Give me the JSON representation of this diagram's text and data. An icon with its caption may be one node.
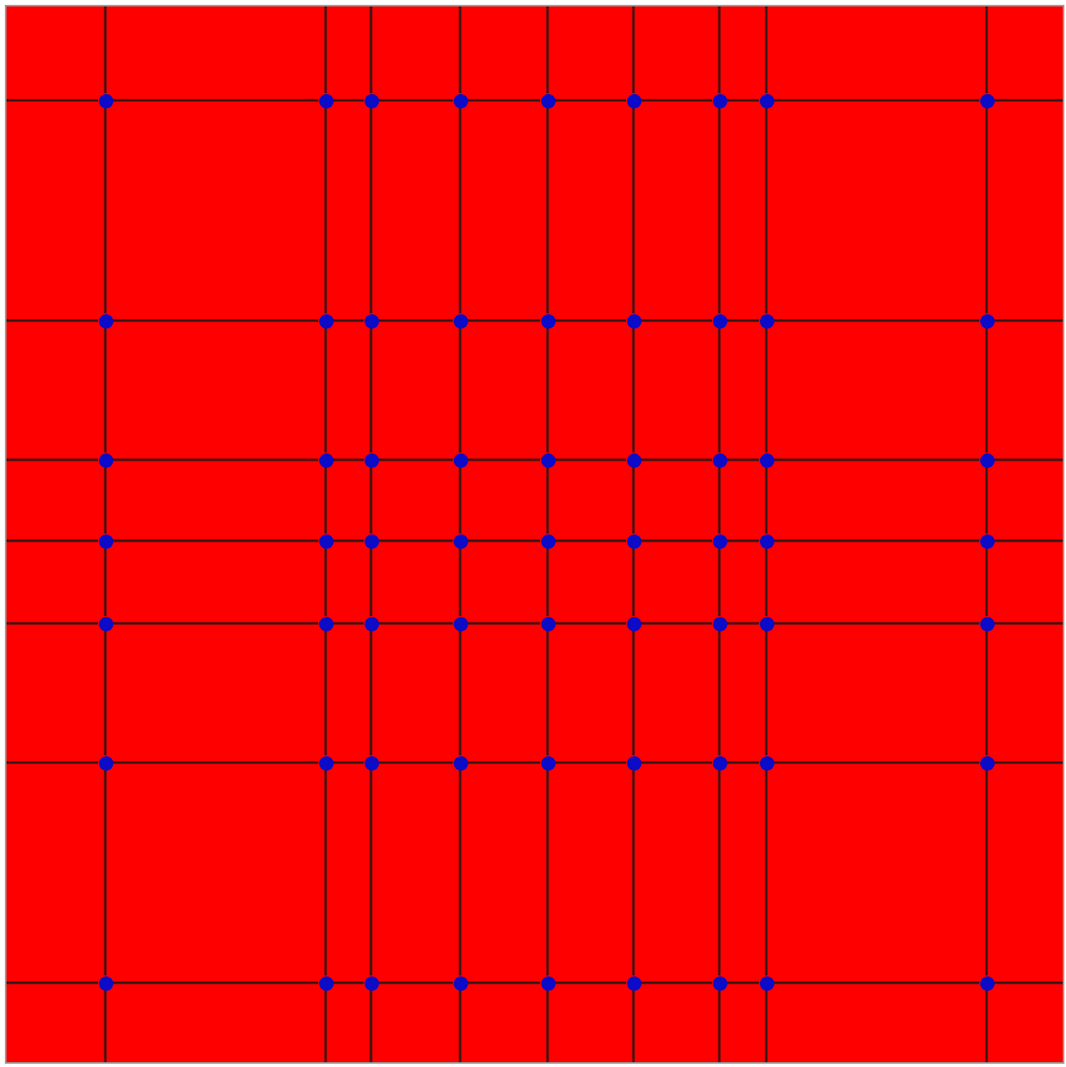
{
  "diagram": {
    "nodes": [
      {
        "text": [],
        "shape": "circle"
      },
      {
        "text": [],
        "shape": "circle"
      },
      {
        "text": [],
        "shape": "circle"
      },
      {
        "text": [],
        "shape": "circle"
      },
      {
        "text": [],
        "shape": "circle"
      },
      {
        "text": [],
        "shape": "circle"
      },
      {
        "text": [],
        "shape": "circle"
      },
      {
        "text": [],
        "shape": "circle"
      },
      {
        "text": [],
        "shape": "circle"
      },
      {
        "text": [],
        "shape": "circle"
      },
      {
        "text": [],
        "shape": "circle"
      },
      {
        "text": [],
        "shape": "circle"
      },
      {
        "text": [],
        "shape": "circle"
      },
      {
        "text": [],
        "shape": "circle"
      },
      {
        "text": [],
        "shape": "circle"
      },
      {
        "text": [],
        "shape": "circle"
      },
      {
        "text": [],
        "shape": "circle"
      },
      {
        "text": [],
        "shape": "circle"
      },
      {
        "text": [],
        "shape": "circle"
      },
      {
        "text": [],
        "shape": "circle"
      },
      {
        "text": [],
        "shape": "circle"
      },
      {
        "text": [],
        "shape": "circle"
      },
      {
        "text": [],
        "shape": "circle"
      },
      {
        "text": [],
        "shape": "circle"
      },
      {
        "text": [],
        "shape": "circle"
      },
      {
        "text": [],
        "shape": "circle"
      },
      {
        "text": [],
        "shape": "circle"
      },
      {
        "text": [],
        "shape": "circle"
      },
      {
        "text": [],
        "shape": "circle"
      },
      {
        "text": [],
        "shape": "circle"
      },
      {
        "text": [],
        "shape": "circle"
      },
      {
        "text": [],
        "shape": "circle"
      },
      {
        "text": [],
        "shape": "circle"
      },
      {
        "text": [],
        "shape": "circle"
      },
      {
        "text": [],
        "shape": "circle"
      },
      {
        "text": [],
        "shape": "circle"
      },
      {
        "text": [],
        "shape": "circle"
      },
      {
        "text": [],
        "shape": "circle"
      },
      {
        "text": [],
        "shape": "circle"
      },
      {
        "text": [],
        "shape": "circle"
      },
      {
        "text": [],
        "shape": "circle"
      },
      {
        "text": [],
        "shape": "circle"
      },
      {
        "text": [],
        "shape": "circle"
      },
      {
        "text": [],
        "shape": "circle"
      },
      {
        "text": [],
        "shape": "circle"
      },
      {
        "text": [],
        "shape": "circle"
      },
      {
        "text": [],
        "shape": "circle"
      },
      {
        "text": [],
        "shape": "circle"
      },
      {
        "text": [],
        "shape": "circle"
      },
      {
        "text": [],
        "shape": "circle"
      },
      {
        "text": [],
        "shape": "circle"
      },
      {
        "text": [],
        "shape": "circle"
      },
      {
        "text": [],
        "shape": "circle"
      },
      {
        "text": [],
        "shape": "circle"
      },
      {
        "text": [],
        "shape": "circle"
      },
      {
        "text": [],
        "shape": "circle"
      },
      {
        "text": [],
        "shape": "circle"
      },
      {
        "text": [],
        "shape": "circle"
      },
      {
        "text": [],
        "shape": "circle"
      },
      {
        "text": [],
        "shape": "circle"
      },
      {
        "text": [],
        "shape": "circle"
      },
      {
        "text": [],
        "shape": "circle"
      },
      {
        "text": [],
        "shape": "circle"
      }
    ],
    "edges": [
      {
        "from": null,
        "to": 0,
        "arrow": "none"
      },
      {
        "from": 0,
        "to": 1,
        "arrow": "none"
      },
      {
        "from": 1,
        "to": 2,
        "arrow": "none"
      },
      {
        "from": 2,
        "to": 3,
        "arrow": "none"
      },
      {
        "from": 3,
        "to": 4,
        "arrow": "none"
      },
      {
        "from": 4,
        "to": 5,
        "arrow": "none"
      },
      {
        "from": 5,
        "to": 6,
        "arrow": "none"
      },
      {
        "from": 6,
        "to": 7,
        "arrow": "none"
      },
      {
        "from": 7,
        "to": 8,
        "arrow": "none"
      },
      {
        "from": 8,
        "to": null,
        "arrow": "none"
      },
      {
        "from": null,
        "to": 9,
        "arrow": "none"
      },
      {
        "from": 9,
        "to": 10,
        "arrow": "none"
      },
      {
        "from": 10,
        "to": 11,
        "arrow": "none"
      },
      {
        "from": 11,
        "to": 12,
        "arrow": "none"
      },
      {
        "from": 12,
        "to": 13,
        "arrow": "none"
      },
      {
        "from": 13,
        "to": 14,
        "arrow": "none"
      },
      {
        "from": 14,
        "to": 15,
        "arrow": "none"
      },
      {
        "from": 15,
        "to": 16,
        "arrow": "none"
      },
      {
        "from": 16,
        "to": 17,
        "arrow": "none"
      },
      {
        "from": 17,
        "to": null,
        "arrow": "none"
      },
      {
        "from": null,
        "to": 18,
        "arrow": "none"
      },
      {
        "from": 18,
        "to": 19,
        "arrow": "none"
      },
      {
        "from": 19,
        "to": 20,
        "arrow": "none"
      },
      {
        "from": 20,
        "to": 21,
        "arrow": "none"
      },
      {
        "from": 21,
        "to": 22,
        "arrow": "none"
      },
      {
        "from": 22,
        "to": 23,
        "arrow": "none"
      },
      {
        "from": 23,
        "to": 24,
        "arrow": "none"
      },
      {
        "from": 24,
        "to": 25,
        "arrow": "none"
      },
      {
        "from": 25,
        "to": 26,
        "arrow": "none"
      },
      {
        "from": 26,
        "to": null,
        "arrow": "none"
      },
      {
        "from": null,
        "to": 27,
        "arrow": "none"
      },
      {
        "from": 27,
        "to": 28,
        "arrow": "none"
      },
      {
        "from": 28,
        "to": 29,
        "arrow": "none"
      },
      {
        "from": 29,
        "to": 30,
        "arrow": "none"
      },
      {
        "from": 30,
        "to": 31,
        "arrow": "none"
      },
      {
        "from": 31,
        "to": 32,
        "arrow": "none"
      },
      {
        "from": 32,
        "to": 33,
        "arrow": "none"
      },
      {
        "from": 33,
        "to": 34,
        "arrow": "none"
      },
      {
        "from": 34,
        "to": 35,
        "arrow": "none"
      },
      {
        "from": 35,
        "to": null,
        "arrow": "none"
      },
      {
        "from": null,
        "to": 36,
        "arrow": "none"
      },
      {
        "from": 36,
        "to": 37,
        "arrow": "none"
      },
      {
        "from": 37,
        "to": 38,
        "arrow": "none"
      },
      {
        "from": 38,
        "to": 39,
        "arrow": "none"
      },
      {
        "from": 39,
        "to": 40,
        "arrow": "none"
      },
      {
        "from": 40,
        "to": 41,
        "arrow": "none"
      },
      {
        "from": 41,
        "to": 42,
        "arrow": "none"
      },
      {
        "from": 42,
        "to": 43,
        "arrow": "none"
      },
      {
        "from": 43,
        "to": 44,
        "arrow": "none"
      },
      {
        "from": 44,
        "to": null,
        "arrow": "none"
      },
      {
        "from": null,
        "to": 45,
        "arrow": "none"
      },
      {
        "from": 45,
        "to": 46,
        "arrow": "none"
      },
      {
        "from": 46,
        "to": 47,
        "arrow": "none"
      },
      {
        "from": 47,
        "to": 48,
        "arrow": "none"
      },
      {
        "from": 48,
        "to": 49,
        "arrow": "none"
      },
      {
        "from": 49,
        "to": 50,
        "arrow": "none"
      },
      {
        "from": 50,
        "to": 51,
        "arrow": "none"
      },
      {
        "from": 51,
        "to": 52,
        "arrow": "none"
      },
      {
        "from": 52,
        "to": 53,
        "arrow": "none"
      },
      {
        "from": 53,
        "to": null,
        "arrow": "none"
      },
      {
        "from": null,
        "to": 54,
        "arrow": "none"
      },
      {
        "from": 54,
        "to": 55,
        "arrow": "none"
      },
      {
        "from": 55,
        "to": 56,
        "arrow": "none"
      },
      {
        "from": 56,
        "to": 57,
        "arrow": "none"
      },
      {
        "from": 57,
        "to": 58,
        "arrow": "none"
      },
      {
        "from": 58,
        "to": 59,
        "arrow": "none"
      },
      {
        "from": 59,
        "to": 60,
        "arrow": "none"
      },
      {
        "from": 60,
        "to": 61,
        "arrow": "none"
      },
      {
        "from": 61,
        "to": 62,
        "arrow": "none"
      },
      {
        "from": 62,
        "to": null,
        "arrow": "none"
      },
      {
        "from": null,
        "to": 0,
        "arrow": "none"
      },
      {
        "from": 0,
        "to": 9,
        "arrow": "none"
      },
      {
        "from": 9,
        "to": 18,
        "arrow": "none"
      },
      {
        "from": 18,
        "to": 27,
        "arrow": "none"
      },
      {
        "from": 27,
        "to": 36,
        "arrow": "none"
      },
      {
        "from": 36,
        "to": 45,
        "arrow": "none"
      },
      {
        "from": 45,
        "to": 54,
        "arrow": "none"
      },
      {
        "from": 54,
        "to": null,
        "arrow": "none"
      },
      {
        "from": null,
        "to": 1,
        "arrow": "none"
      },
      {
        "from": 1,
        "to": 10,
        "arrow": "none"
      },
      {
        "from": 10,
        "to": 19,
        "arrow": "none"
      },
      {
        "from": 19,
        "to": 28,
        "arrow": "none"
      },
      {
        "from": 28,
        "to": 37,
        "arrow": "none"
      },
      {
        "from": 37,
        "to": 46,
        "arrow": "none"
      },
      {
        "from": 46,
        "to": 55,
        "arrow": "none"
      },
      {
        "from": 55,
        "to": null,
        "arrow": "none"
      },
      {
        "from": null,
        "to": 2,
        "arrow": "none"
      },
      {
        "from": 2,
        "to": 11,
        "arrow": "none"
      },
      {
        "from": 11,
        "to": 20,
        "arrow": "none"
      },
      {
        "from": 20,
        "to": 29,
        "arrow": "none"
      },
      {
        "from": 29,
        "to": 38,
        "arrow": "none"
      },
      {
        "from": 38,
        "to": 47,
        "arrow": "none"
      },
      {
        "from": 47,
        "to": 56,
        "arrow": "none"
      },
      {
        "from": 56,
        "to": null,
        "arrow": "none"
      },
      {
        "from": null,
        "to": 3,
        "arrow": "none"
      },
      {
        "from": 3,
        "to": 12,
        "arrow": "none"
      },
      {
        "from": 12,
        "to": 21,
        "arrow": "none"
      },
      {
        "from": 21,
        "to": 30,
        "arrow": "none"
      },
      {
        "from": 30,
        "to": 39,
        "arrow": "none"
      },
      {
        "from": 39,
        "to": 48,
        "arrow": "none"
      },
      {
        "from": 48,
        "to": 57,
        "arrow": "none"
      },
      {
        "from": 57,
        "to": null,
        "arrow": "none"
      },
      {
        "from": null,
        "to": 4,
        "arrow": "none"
      },
      {
        "from": 4,
        "to": 13,
        "arrow": "none"
      },
      {
        "from": 13,
        "to": 22,
        "arrow": "none"
      },
      {
        "from": 22,
        "to": 31,
        "arrow": "none"
      },
      {
        "from": 31,
        "to": 40,
        "arrow": "none"
      },
      {
        "from": 40,
        "to": 49,
        "arrow": "none"
      },
      {
        "from": 49,
        "to": 58,
        "arrow": "none"
      },
      {
        "from": 58,
        "to": null,
        "arrow": "none"
      },
      {
        "from": null,
        "to": 5,
        "arrow": "none"
      },
      {
        "from": 5,
        "to": 14,
        "arrow": "none"
      },
      {
        "from": 14,
        "to": 23,
        "arrow": "none"
      },
      {
        "from": 23,
        "to": 32,
        "arrow": "none"
      },
      {
        "from": 32,
        "to": 41,
        "arrow": "none"
      },
      {
        "from": 41,
        "to": 50,
        "arrow": "none"
      },
      {
        "from": 50,
        "to": 59,
        "arrow": "none"
      },
      {
        "from": 59,
        "to": null,
        "arrow": "none"
      },
      {
        "from": null,
        "to": 6,
        "arrow": "none"
      },
      {
        "from": 6,
        "to": 15,
        "arrow": "none"
      },
      {
        "from": 15,
        "to": 24,
        "arrow": "none"
      },
      {
        "from": 24,
        "to": 33,
        "arrow": "none"
      },
      {
        "from": 33,
        "to": 42,
        "arrow": "none"
      },
      {
        "from": 42,
        "to": 51,
        "arrow": "none"
      },
      {
        "from": 51,
        "to": 60,
        "arrow": "none"
      },
      {
        "from": 60,
        "to": null,
        "arrow": "none"
      },
      {
        "from": null,
        "to": 7,
        "arrow": "none"
      },
      {
        "from": 7,
        "to": 16,
        "arrow": "none"
      },
      {
        "from": 16,
        "to": 25,
        "arrow": "none"
      },
      {
        "from": 25,
        "to": 34,
        "arrow": "none"
      },
      {
        "from": 34,
        "to": 43,
        "arrow": "none"
      },
      {
        "from": 43,
        "to": 52,
        "arrow": "none"
      },
      {
        "from": 52,
        "to": 61,
        "arrow": "none"
      },
      {
        "from": 61,
        "to": null,
        "arrow": "none"
      },
      {
        "from": null,
        "to": 8,
        "arrow": "none"
      },
      {
        "from": 8,
        "to": 17,
        "arrow": "none"
      },
      {
        "from": 17,
        "to": 26,
        "arrow": "none"
      },
      {
        "from": 26,
        "to": 35,
        "arrow": "none"
      },
      {
        "from": 35,
        "to": 44,
        "arrow": "none"
      },
      {
        "from": 44,
        "to": 53,
        "arrow": "none"
      },
      {
        "from": 53,
        "to": 62,
        "arrow": "none"
      },
      {
        "from": 62,
        "to": null,
        "arrow": "none"
      }
    ]
  }
}
